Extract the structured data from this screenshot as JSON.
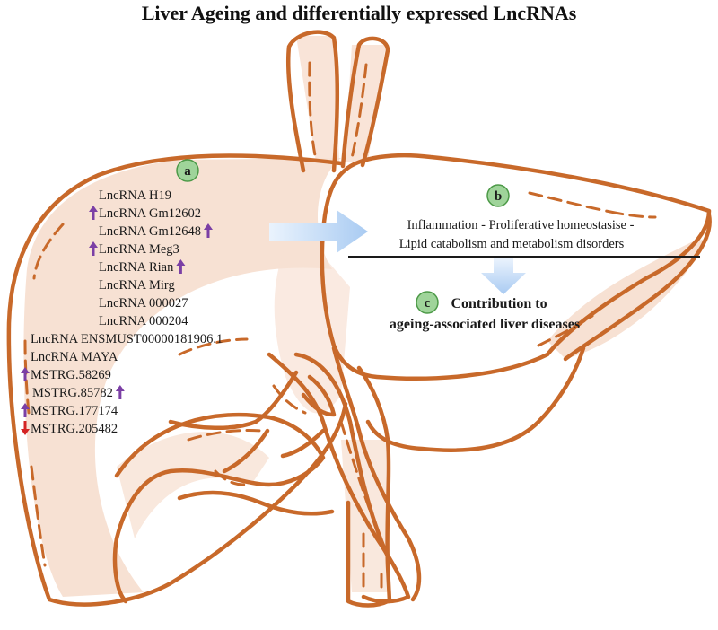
{
  "title": "Liver Ageing and differentially expressed LncRNAs",
  "colors": {
    "outline": "#c8692a",
    "shade": "#f6dccc",
    "badge_fill": "#9fd49a",
    "badge_stroke": "#4d9a48",
    "arrow_up": "#7b3fa5",
    "arrow_down": "#d42323",
    "flow_arrow": "#bcd8f6"
  },
  "panel_a": {
    "badge": "a",
    "lncrnas": [
      {
        "name": "LncRNA H19",
        "arrow": "none"
      },
      {
        "name": "LncRNA Gm12602",
        "arrow": "up-left"
      },
      {
        "name": "LncRNA Gm12648",
        "arrow": "up-right"
      },
      {
        "name": "LncRNA Meg3",
        "arrow": "up-left"
      },
      {
        "name": "LncRNA Rian",
        "arrow": "up-right"
      },
      {
        "name": "LncRNA Mirg",
        "arrow": "none"
      },
      {
        "name": "LncRNA 000027",
        "arrow": "none"
      },
      {
        "name": "LncRNA 000204",
        "arrow": "none"
      },
      {
        "name": "LncRNA ENSMUST00000181906.1",
        "arrow": "none"
      },
      {
        "name": "LncRNA MAYA",
        "arrow": "none"
      },
      {
        "name": "MSTRG.58269",
        "arrow": "up-left"
      },
      {
        "name": "MSTRG.85782",
        "arrow": "up-right"
      },
      {
        "name": "MSTRG.177174",
        "arrow": "up-left"
      },
      {
        "name": "MSTRG.205482",
        "arrow": "down-left"
      }
    ]
  },
  "panel_b": {
    "badge": "b",
    "line1": "Inflammation - Proliferative homeostasise -",
    "line2": "Lipid catabolism and metabolism disorders"
  },
  "panel_c": {
    "badge": "c",
    "line1": "Contribution to",
    "line2": "ageing-associated liver diseases"
  }
}
